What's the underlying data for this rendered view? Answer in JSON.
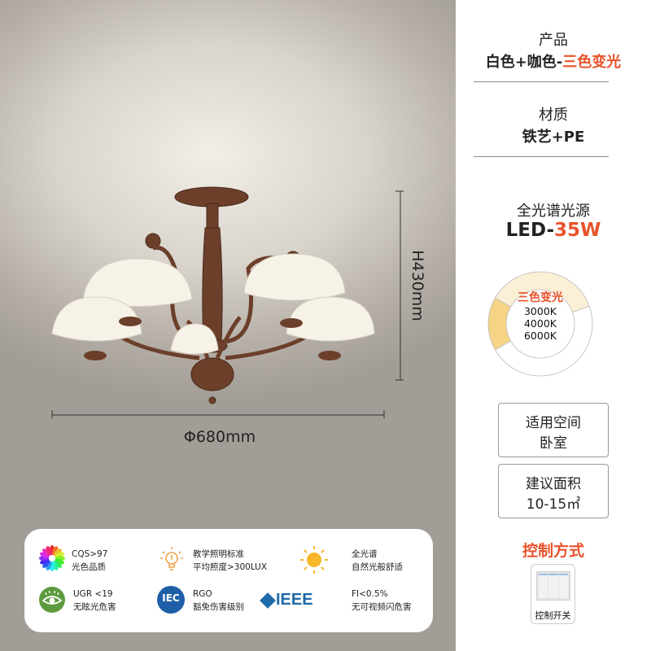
{
  "product": {
    "label": "产品",
    "value_prefix": "白色+咖色-",
    "value_highlight": "三色变光"
  },
  "material": {
    "label": "材质",
    "value": "铁艺+PE"
  },
  "light_source": {
    "label": "全光谱光源",
    "power_prefix": "LED-",
    "power_highlight": "35W",
    "donut": {
      "title": "三色变光",
      "temps": [
        "3000K",
        "4000K",
        "6000K"
      ],
      "colors": [
        "#fbefd6",
        "#f6d486",
        "#ffffff"
      ]
    }
  },
  "space": {
    "label": "适用空间",
    "value": "卧室"
  },
  "area": {
    "label": "建议面积",
    "value": "10-15㎡"
  },
  "control": {
    "label": "控制方式",
    "switch_label": "控制开关"
  },
  "dimensions": {
    "height": "H430mm",
    "diameter": "Φ680mm"
  },
  "features": [
    {
      "icon": "color-wheel-icon",
      "line1": "CQS>97",
      "line2": "光色品质"
    },
    {
      "icon": "lightbulb-icon",
      "line1": "教学照明标准",
      "line2": "平均照度>300LUX"
    },
    {
      "icon": "sun-icon",
      "line1": "全光谱",
      "line2": "自然光般舒适"
    },
    {
      "icon": "eye-icon",
      "line1": "UGR <19",
      "line2": "无眩光危害"
    },
    {
      "icon": "iec-logo-icon",
      "logo_text": "IEC",
      "line1": "RGO",
      "line2": "豁免伤害级别"
    },
    {
      "icon": "ieee-logo-icon",
      "logo_text": "IEEE",
      "line1": "FI<0.5%",
      "line2": "无可视频闪危害"
    }
  ],
  "colors": {
    "accent": "#e8532b",
    "wood": "#6b3f2a"
  }
}
